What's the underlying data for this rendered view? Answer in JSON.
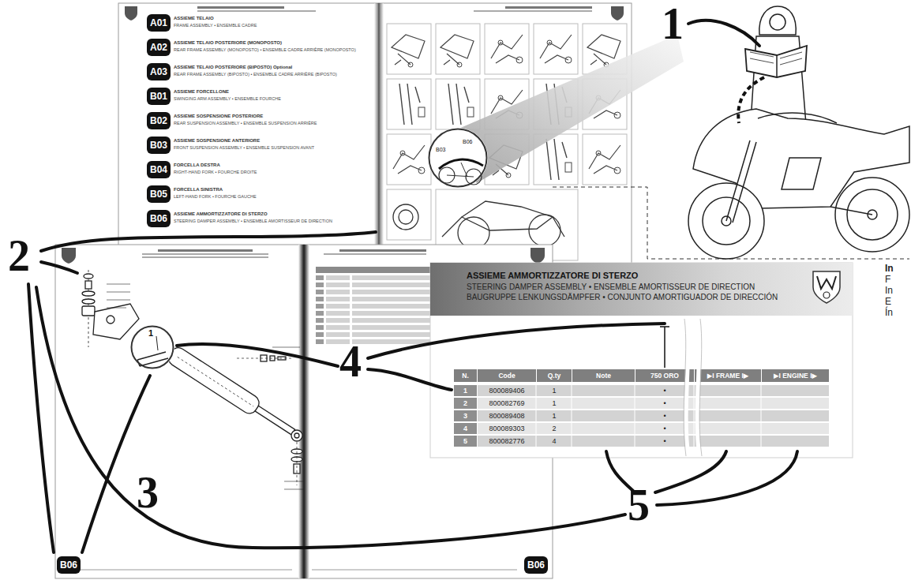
{
  "diagram": {
    "nodes": [
      {
        "text": [
          "A01"
        ]
      },
      {
        "text": [
          "A02"
        ]
      },
      {
        "text": [
          "A03"
        ]
      },
      {
        "text": [
          "B01"
        ]
      },
      {
        "text": [
          "B02"
        ]
      },
      {
        "text": [
          "B03"
        ]
      },
      {
        "text": [
          "B04"
        ]
      },
      {
        "text": [
          "B05"
        ]
      },
      {
        "text": [
          "B06"
        ]
      },
      {
        "text": [
          "B03",
          "B06"
        ]
      },
      {
        "text": [
          "ASSIEME AMMORTIZZATORE DI STERZO",
          "STEERING DAMPER ASSEMBLY • ENSEMBLE AMORTISSEUR DE DIRECTION",
          "BAUGRUPPE LENKUNGSDÄMPFER • CONJUNTO AMORTIGUADOR DE DIRECCIÓN"
        ]
      },
      {
        "text": [
          "1"
        ]
      },
      {
        "text": [
          "B06"
        ]
      },
      {
        "text": [
          "B06"
        ]
      }
    ],
    "labels": [
      "1",
      "2",
      "3",
      "4",
      "5",
      "ASSIEME TELAIO",
      "ASSIEME TELAIO POSTERIORE (MONOPOSTO)",
      "ASSIEME TELAIO POSTERIORE (BIPOSTO) Optional",
      "ASSIEME FORCELLONE",
      "ASSIEME SOSPENSIONE POSTERIORE",
      "ASSIEME SOSPENSIONE ANTERIORE",
      "FORCELLA DESTRA",
      "FORCELLA SINISTRA",
      "ASSIEME AMMORTIZZATORE DI STERZO",
      "FRAME ASSEMBLY • ENSEMBLE CADRE",
      "REAR FRAME ASSEMBLY (MONOPOSTO) • ENSEMBLE CADRE ARRIÈRE (MONOPOSTO)",
      "REAR FRAME ASSEMBLY (BIPOSTO) • ENSEMBLE CADRE ARRIÈRE (BIPOSTO)",
      "SWINGING ARM ASSEMBLY • ENSEMBLE FOURCHE",
      "REAR SUSPENSION ASSEMBLY • ENSEMBLE SUSPENSION ARRIÈRE",
      "FRONT SUSPENSION ASSEMBLY • ENSEMBLE SUSPENSION AVANT",
      "RIGHT-HAND FORK • FOURCHE DROITE",
      "LEFT-HAND FORK • FOURCHE GAUCHE",
      "STEERING DAMPER ASSEMBLY • ENSEMBLE AMORTISSEUR DE DIRECTION",
      "N.",
      "Code",
      "Q.ty",
      "Note",
      "750 ORO",
      "▶I FRAME I▶",
      "▶I ENGINE I▶",
      "1",
      "800089406",
      "1",
      "•",
      "2",
      "800082769",
      "1",
      "•",
      "3",
      "800089408",
      "1",
      "•",
      "4",
      "800089303",
      "2",
      "•",
      "5",
      "800082776",
      "4",
      "•",
      "In",
      "F",
      "In",
      "E",
      "Ín"
    ]
  }
}
